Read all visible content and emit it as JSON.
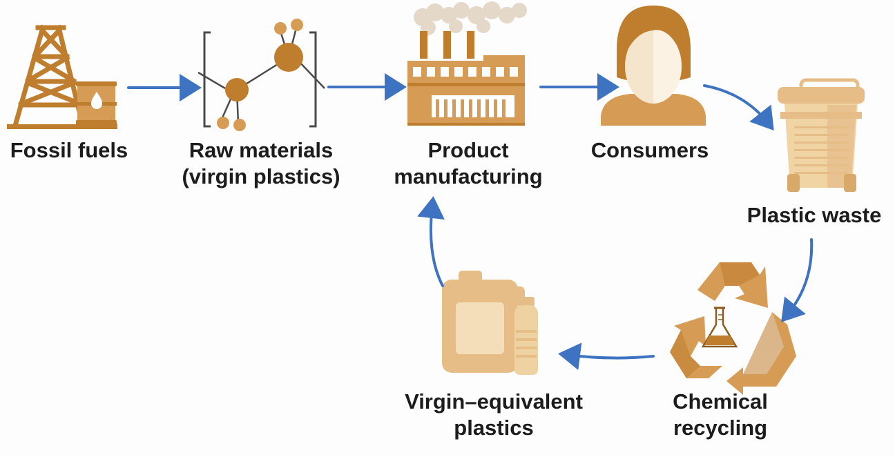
{
  "nodes": {
    "fossil_fuels": {
      "label": "Fossil fuels",
      "icon": "oil-derrick-icon"
    },
    "raw_materials": {
      "line1": "Raw materials",
      "line2": "(virgin plastics)",
      "icon": "molecule-icon"
    },
    "product_manufacturing": {
      "line1": "Product",
      "line2": "manufacturing",
      "icon": "factory-icon"
    },
    "consumers": {
      "label": "Consumers",
      "icon": "person-icon"
    },
    "plastic_waste": {
      "label": "Plastic waste",
      "icon": "wheelie-bin-icon"
    },
    "chemical_recycling": {
      "line1": "Chemical",
      "line2": "recycling",
      "icon": "recycle-flask-icon"
    },
    "virgin_equivalent": {
      "line1": "Virgin–equivalent",
      "line2": "plastics",
      "icon": "plastic-containers-icon"
    }
  },
  "colors": {
    "arrow": "#3d73c0",
    "dark_brown": "#bf7d2e",
    "medium_tan": "#d69c55",
    "light_tan": "#e6bd86",
    "pale_tan": "#f4deba",
    "text": "#1c1c1c"
  }
}
